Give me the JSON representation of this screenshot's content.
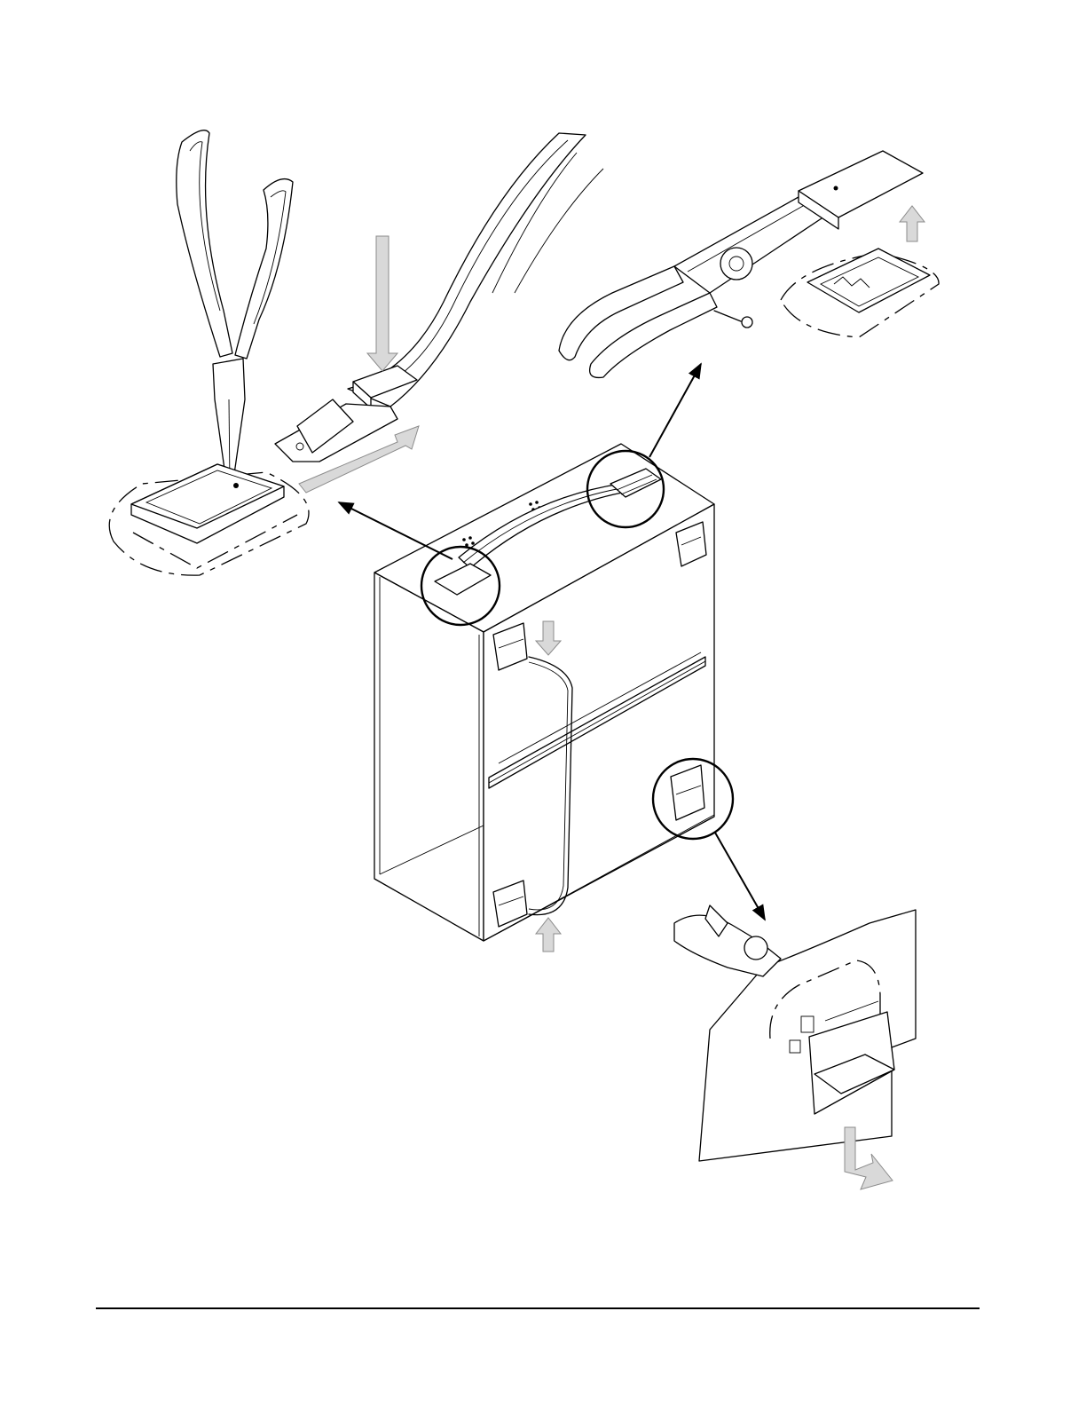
{
  "figure": {
    "parts": [
      {
        "name": "chassis-box",
        "icon": "enclosure-icon"
      },
      {
        "name": "carrying-handle",
        "icon": "handle-icon"
      },
      {
        "name": "needle-nose-pliers",
        "icon": "pliers-icon"
      },
      {
        "name": "retaining-ring-pliers",
        "icon": "pliers-icon"
      },
      {
        "name": "foot-clip",
        "icon": "clip-icon"
      }
    ],
    "callouts": 3,
    "arrow_color": "#d9d9d9",
    "line_color": "#000000"
  }
}
